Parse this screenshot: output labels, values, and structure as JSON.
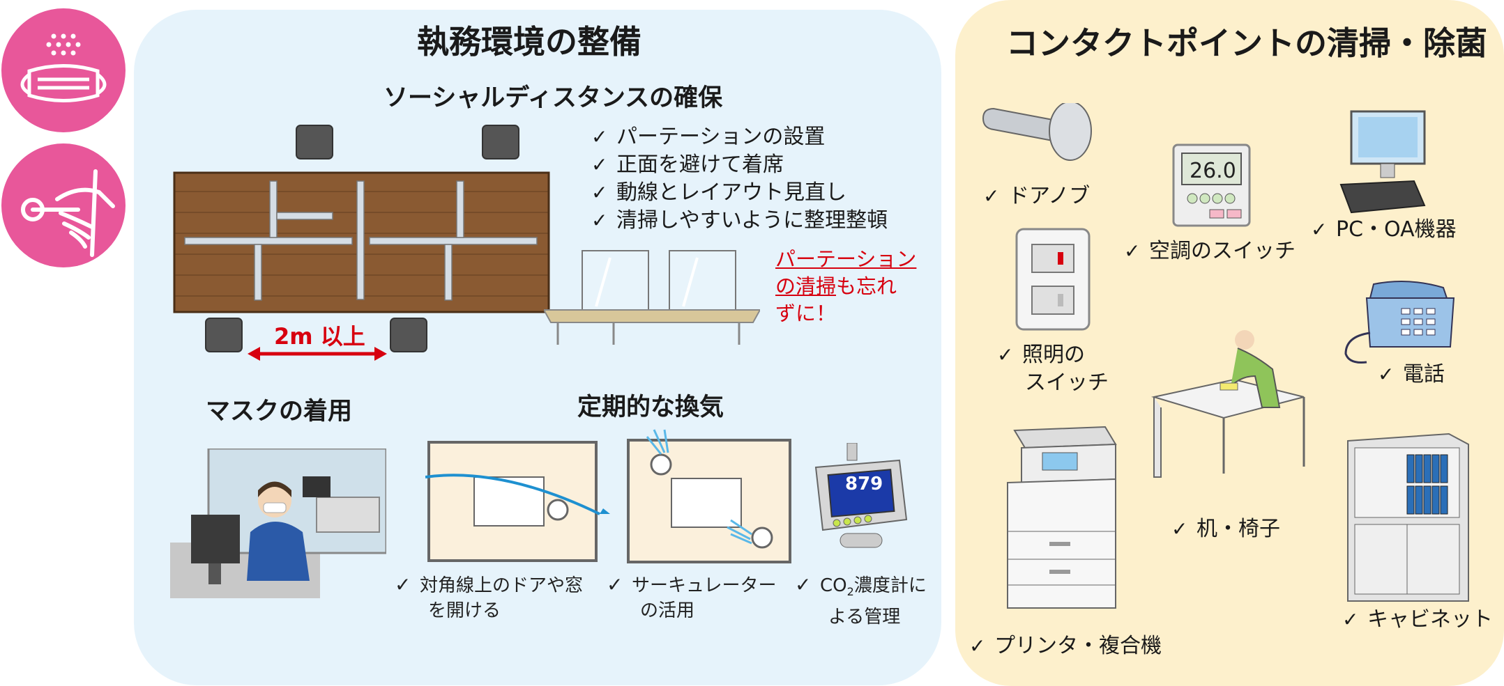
{
  "left_panel": {
    "title": "執務環境の整備",
    "social_distance": {
      "title": "ソーシャルディスタンスの確保",
      "checklist": [
        "パーテーションの設置",
        "正面を避けて着席",
        "動線とレイアウト見直し",
        "清掃しやすいように整理整頓"
      ],
      "distance_label": "2m 以上",
      "partition_note": {
        "part1": "パーテーション",
        "part2": "の清掃",
        "part3": "も忘れ",
        "part4": "ずに！"
      }
    },
    "mask": {
      "title": "マスクの着用"
    },
    "ventilation": {
      "title": "定期的な換気",
      "items": [
        {
          "line1": "対角線上のドアや窓",
          "line2": "を開ける"
        },
        {
          "line1": "サーキュレーター",
          "line2": "の活用"
        },
        {
          "line1_pre": "CO",
          "line1_sub": "2",
          "line1_post": "濃度計に",
          "line2": "よる管理"
        }
      ],
      "co2_display": "879"
    }
  },
  "right_panel": {
    "title": "コンタクトポイントの清掃・除菌",
    "items": {
      "door_knob": "ドアノブ",
      "light_switch_line1": "照明の",
      "light_switch_line2": "スイッチ",
      "ac_switch": "空調のスイッチ",
      "ac_display": "26.0",
      "pc": "PC・OA機器",
      "phone": "電話",
      "desk": "机・椅子",
      "printer": "プリンタ・複合機",
      "cabinet": "キャビネット"
    }
  },
  "check_mark": "✓",
  "colors": {
    "left_bg": "#e6f3fb",
    "right_bg": "#fdf0cc",
    "accent_pink": "#e8579a",
    "accent_red": "#d7000f",
    "desk_wood": "#8a5a32"
  },
  "icons": [
    "mask-icon",
    "hand-on-handle-icon"
  ]
}
